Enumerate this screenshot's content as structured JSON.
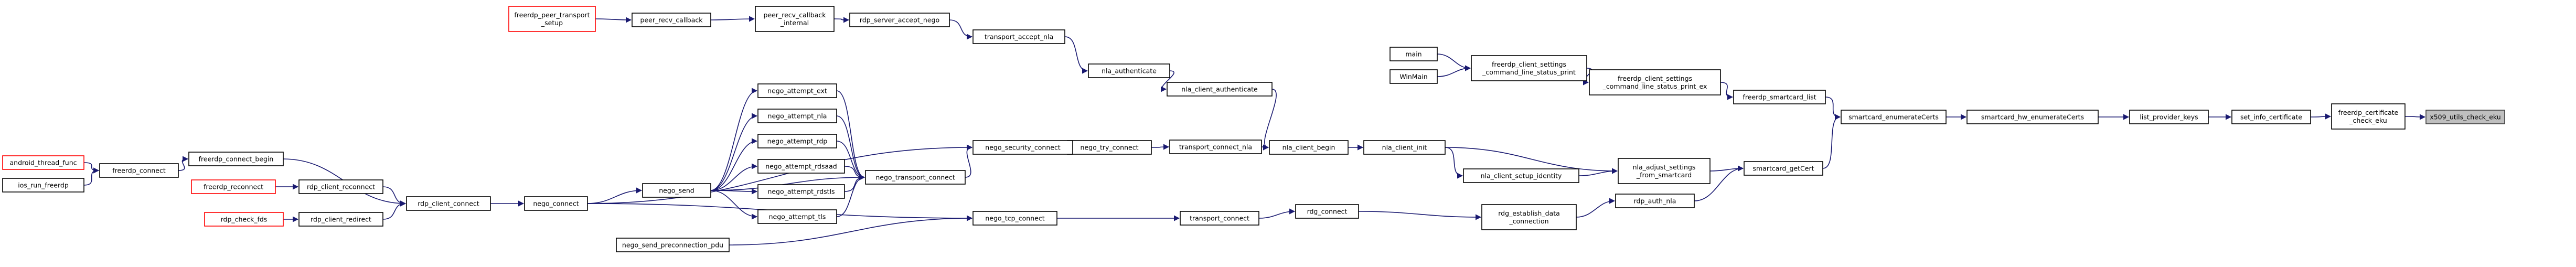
{
  "nodes": {
    "x509": [
      "x509_utils_check_eku"
    ],
    "certcheck": [
      "freerdp_certificate",
      "_check_eku"
    ],
    "setinfo": [
      "set_info_certificate"
    ],
    "listkeys": [
      "list_provider_keys"
    ],
    "fwenum": [
      "smartcard_hw_enumerateCerts"
    ],
    "scenum": [
      "smartcard_enumerateCerts"
    ],
    "sclist": [
      "freerdp_smartcard_list"
    ],
    "getcert": [
      "smartcard_getCert"
    ],
    "pexec": [
      "freerdp_client_settings",
      "_command_line_status_print_ex"
    ],
    "pstat": [
      "freerdp_client_settings",
      "_command_line_status_print"
    ],
    "main": [
      "main"
    ],
    "winmain": [
      "WinMain"
    ],
    "adjust": [
      "nla_adjust_settings",
      "_from_smartcard"
    ],
    "authnla": [
      "rdp_auth_nla"
    ],
    "estab": [
      "rdg_establish_data",
      "_connection"
    ],
    "rdgconn": [
      "rdg_connect"
    ],
    "transport": [
      "transport_connect"
    ],
    "nlainit": [
      "nla_client_init"
    ],
    "setupid": [
      "nla_client_setup_identity"
    ],
    "nlabegin": [
      "nla_client_begin"
    ],
    "nlaauth": [
      "nla_client_authenticate"
    ],
    "nlaauth2": [
      "nla_authenticate"
    ],
    "tacceptnla": [
      "transport_accept_nla"
    ],
    "tconnnla": [
      "transport_connect_nla"
    ],
    "rdpaccept": [
      "rdp_server_accept_nego"
    ],
    "peerint": [
      "peer_recv_callback",
      "_internal"
    ],
    "peercb": [
      "peer_recv_callback"
    ],
    "peersetup": [
      "freerdp_peer_transport",
      "_setup"
    ],
    "negotry": [
      "nego_try_connect"
    ],
    "negosec": [
      "nego_security_connect"
    ],
    "negotrans": [
      "nego_transport_connect"
    ],
    "negotcp": [
      "nego_tcp_connect"
    ],
    "aext": [
      "nego_attempt_ext"
    ],
    "anla": [
      "nego_attempt_nla"
    ],
    "ardp": [
      "nego_attempt_rdp"
    ],
    "arda": [
      "nego_attempt_rdsaad"
    ],
    "artls": [
      "nego_attempt_rdstls"
    ],
    "atls": [
      "nego_attempt_tls"
    ],
    "negosend": [
      "nego_send"
    ],
    "negoconn": [
      "nego_connect"
    ],
    "preconn": [
      "nego_send_preconnection_pdu"
    ],
    "clientconn": [
      "rdp_client_connect"
    ],
    "reconnect": [
      "rdp_client_reconnect"
    ],
    "redirect": [
      "rdp_client_redirect"
    ],
    "checkfds": [
      "rdp_check_fds"
    ],
    "begin": [
      "freerdp_connect_begin"
    ],
    "freeconn": [
      "freerdp_connect"
    ],
    "freereconn": [
      "freerdp_reconnect"
    ],
    "android": [
      "android_thread_func"
    ],
    "ios": [
      "ios_run_freerdp"
    ]
  },
  "root_node": "x509_utils_check_eku",
  "colors": {
    "edge": "#191970",
    "root_fill": "#bfbfbf",
    "external_border": "#ff0000"
  }
}
